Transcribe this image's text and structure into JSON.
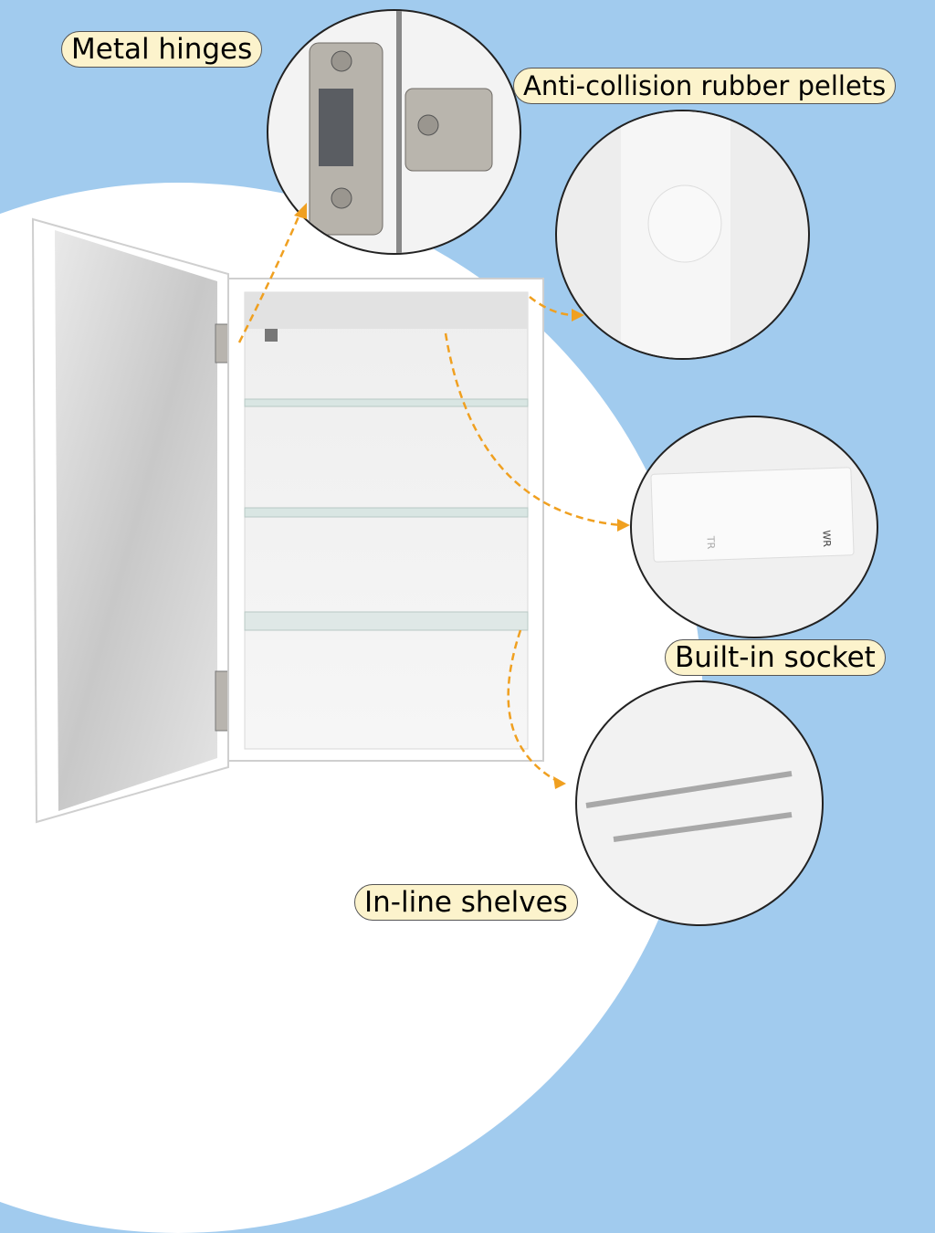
{
  "labels": {
    "hinges": "Metal hinges",
    "pellets": "Anti-collision rubber pellets",
    "socket": "Built-in socket",
    "shelves": "In-line shelves"
  },
  "socket_marks": {
    "left": "TR",
    "right": "WR"
  },
  "colors": {
    "background_blue": "#a1cbee",
    "label_fill": "#fcf3cc",
    "arrow_orange": "#f0a020"
  }
}
